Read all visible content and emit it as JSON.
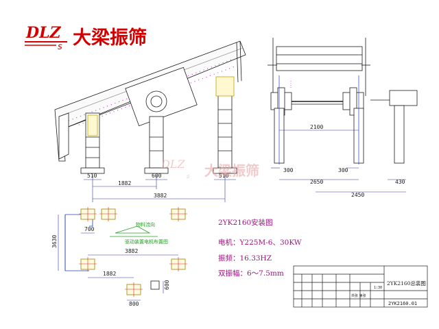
{
  "brand": {
    "logo_text": "DLZ",
    "logo_sub": "s",
    "company": "大梁振筛",
    "watermark_logo": "DLZ",
    "watermark_sub": "s",
    "watermark_text": "大梁振筛",
    "color_red": "#d40000",
    "watermark_color": "#e9a8a8"
  },
  "side_view": {
    "dims_bottom": [
      "510",
      "600",
      "510"
    ],
    "dims_lower": [
      "1882"
    ],
    "dims_total": [
      "3882"
    ]
  },
  "end_view": {
    "dim_top": "2100",
    "dims_mid": [
      "300",
      "300"
    ],
    "dim_2650": "2650",
    "dim_430": "430",
    "dim_2450": "2450"
  },
  "plan": {
    "dim_700": "700",
    "dim_3630": "3630",
    "dim_3882": "3882",
    "dim_1882": "1882",
    "dim_800": "800",
    "dim_600": "600",
    "label_feed": "物料流向",
    "label_motor": "驱动装置电机布置图"
  },
  "specs": {
    "title": "2YK2160安装图",
    "motor": "电机：Y225M-6、30KW",
    "frequency": "振频：16.33HZ",
    "amplitude": "双振幅：6～7.5mm"
  },
  "title_block": {
    "drawing_name": "2YK2160总装图",
    "drawing_no": "2YK2160.01",
    "scale": "1:30",
    "sheet": "共张 第张"
  },
  "colors": {
    "line": "#1a1a1a",
    "dim": "#3333aa",
    "blue": "#2040b0",
    "magenta": "#c040c0",
    "green": "#20a020",
    "red": "#e02020",
    "spec_text": "#a01080"
  }
}
